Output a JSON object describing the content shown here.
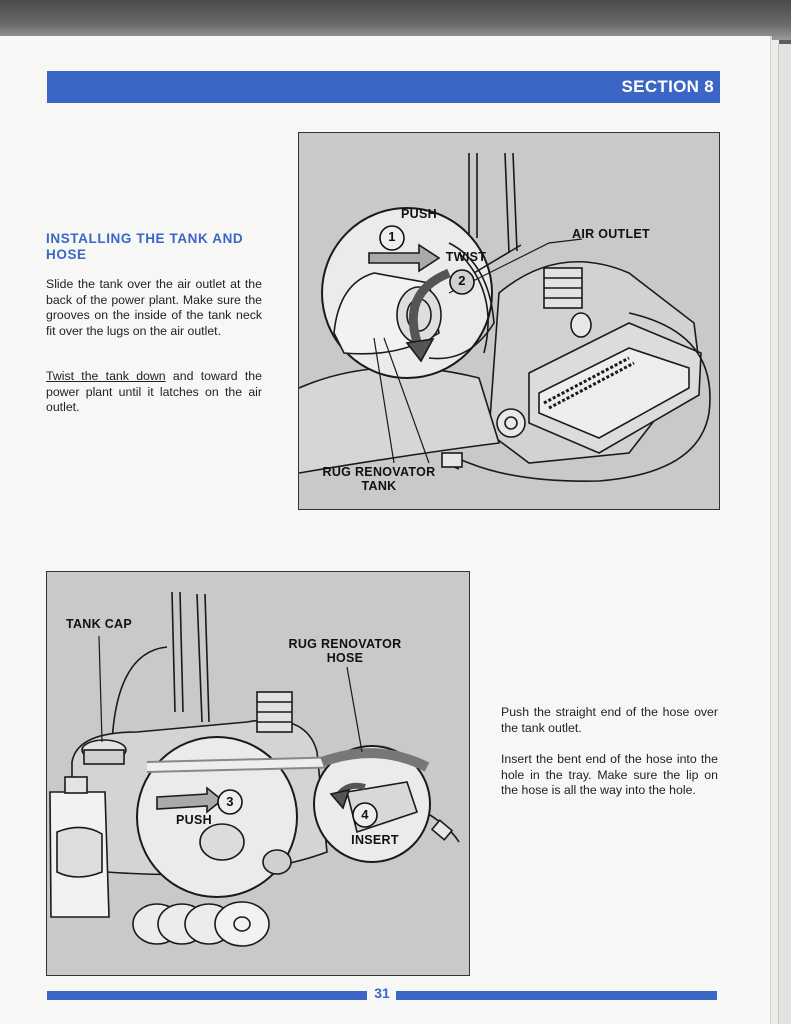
{
  "header": {
    "section": "SECTION 8"
  },
  "left_column": {
    "heading": "INSTALLING THE TANK AND HOSE",
    "para1": "Slide the tank over the air outlet at the back of the power plant. Make sure the grooves on the inside of the tank neck fit over the lugs on the air outlet.",
    "para2_underlined": "Twist the tank down",
    "para2_rest": " and toward the power plant until it latches on the air outlet."
  },
  "figure1": {
    "push": "PUSH",
    "step1": "1",
    "twist": "TWIST",
    "step2": "2",
    "air_outlet": "AIR OUTLET",
    "tank_line1": "RUG RENOVATOR",
    "tank_line2": "TANK"
  },
  "figure2": {
    "tank_cap": "TANK CAP",
    "hose_line1": "RUG RENOVATOR",
    "hose_line2": "HOSE",
    "step3": "3",
    "push": "PUSH",
    "step4": "4",
    "insert": "INSERT"
  },
  "right_column": {
    "para3": "Push the straight end of the hose over the tank outlet.",
    "para4": "Insert the bent end of the hose into the hole in the tray. Make sure the lip on the hose is all the way into the hole."
  },
  "footer": {
    "page_number": "31"
  },
  "colors": {
    "accent": "#3b66c6",
    "figure_bg": "#c9c9c9"
  }
}
